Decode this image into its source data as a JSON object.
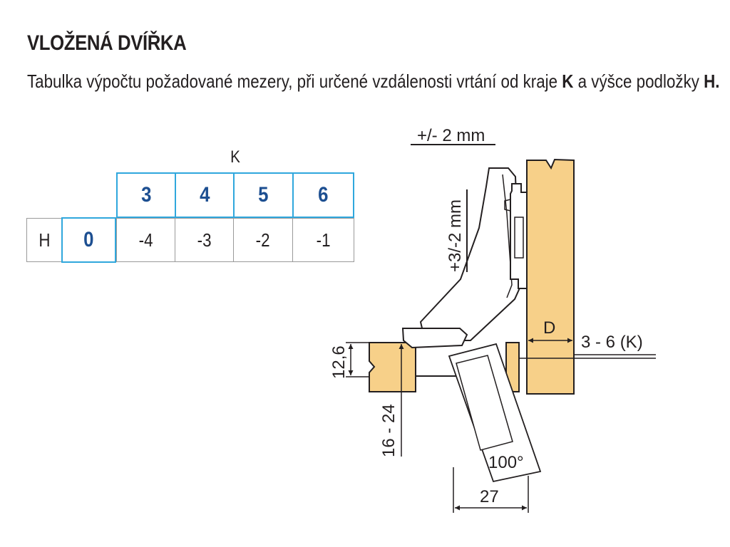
{
  "title": "VLOŽENÁ DVÍŘKA",
  "subtitle": {
    "part1": "Tabulka výpočtu požadované mezery, při určené vzdálenosti vrtání od kraje ",
    "k": "K",
    "part2": " a výšce podložky ",
    "h": "H."
  },
  "table": {
    "k_label": "K",
    "h_label": "H",
    "h_value": "0",
    "k_headers": [
      "3",
      "4",
      "5",
      "6"
    ],
    "values": [
      "-4",
      "-3",
      "-2",
      "-1"
    ]
  },
  "diagram": {
    "tolerance_horizontal": "+/- 2 mm",
    "tolerance_vertical": "+3/-2 mm",
    "d_label": "D",
    "k_range": "3 - 6 (K)",
    "thickness": "12,6",
    "door_thickness": "16 - 24",
    "angle": "100°",
    "width": "27",
    "colors": {
      "wood": "#f7d089",
      "line": "#231f20",
      "table_border": "#2fa7dd",
      "table_text": "#1d4f91"
    }
  }
}
